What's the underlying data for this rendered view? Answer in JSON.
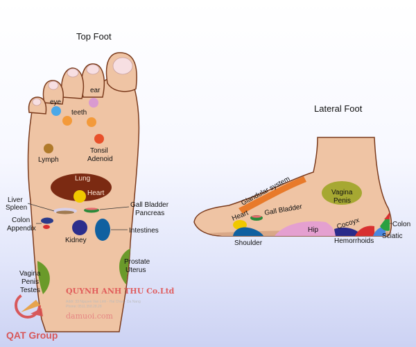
{
  "titles": {
    "top_foot": "Top Foot",
    "lateral_foot": "Lateral Foot"
  },
  "top_foot_labels": {
    "ear": "ear",
    "eye": "eye",
    "teeth": "teeth",
    "tonsil": "Tonsil",
    "adenoid": "Adenoid",
    "lymph": "Lymph",
    "lung": "Lung",
    "heart": "Heart",
    "liver": "Liver",
    "spleen": "Spleen",
    "gall_bladder": "Gall Bladder",
    "pancreas": "Pancreas",
    "colon": "Colon",
    "appendix": "Appendix",
    "kidney": "Kidney",
    "intestines": "Intestines",
    "prostate": "Prostate",
    "uterus": "Uterus",
    "vagina": "Vagina",
    "penis": "Penis",
    "testes": "Testes"
  },
  "lateral_foot_labels": {
    "glandular_system": "Glandular system",
    "vagina": "Vagina",
    "penis": "Penis",
    "heart": "Heart",
    "gall_bladder": "Gall Bladder",
    "hip": "Hip",
    "cocoyx": "Cocoyx",
    "colon": "Colon",
    "shoulder": "Shoulder",
    "hemorrhoids": "Hemorrhoids",
    "sciatic": "Sciatic"
  },
  "watermark": {
    "company": "QUYNH ANH THU Co.Ltd",
    "address": "Addr: 33 Nguyen Van Linh - Hai Chau - Da Nang",
    "phone": "Phone: 0511.358.28.28",
    "website": "damuoi.com",
    "logo": "QAT Group"
  },
  "colors": {
    "skin": "#efc4a4",
    "skin_outline": "#7a3a1c",
    "lung": "#7b2a12",
    "heart": "#f0c800",
    "kidney": "#2c2e8c",
    "intestines": "#1060a0",
    "prostate_zone": "#6a9a2a",
    "glandular": "#e87a2a",
    "hip": "#e4a0d0"
  }
}
